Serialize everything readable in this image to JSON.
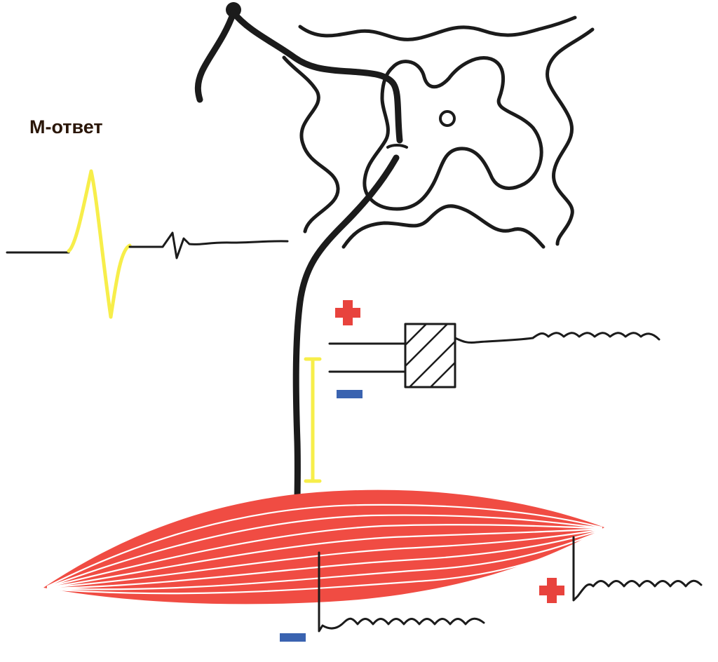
{
  "labels": {
    "m_response": "М-ответ"
  },
  "colors": {
    "nerve": "#1b1b1b",
    "muscle": "#f04c43",
    "highlight": "#f7ee4a",
    "plus": "#e8433d",
    "minus": "#3a63b0",
    "background": "#ffffff"
  },
  "parts": [
    "spinal-cord-cross-section",
    "sensory-neuron",
    "motor-nerve-fiber",
    "muscle",
    "stimulating-electrode",
    "stimulator-box",
    "m-response-waveform",
    "recording-electrodes"
  ]
}
